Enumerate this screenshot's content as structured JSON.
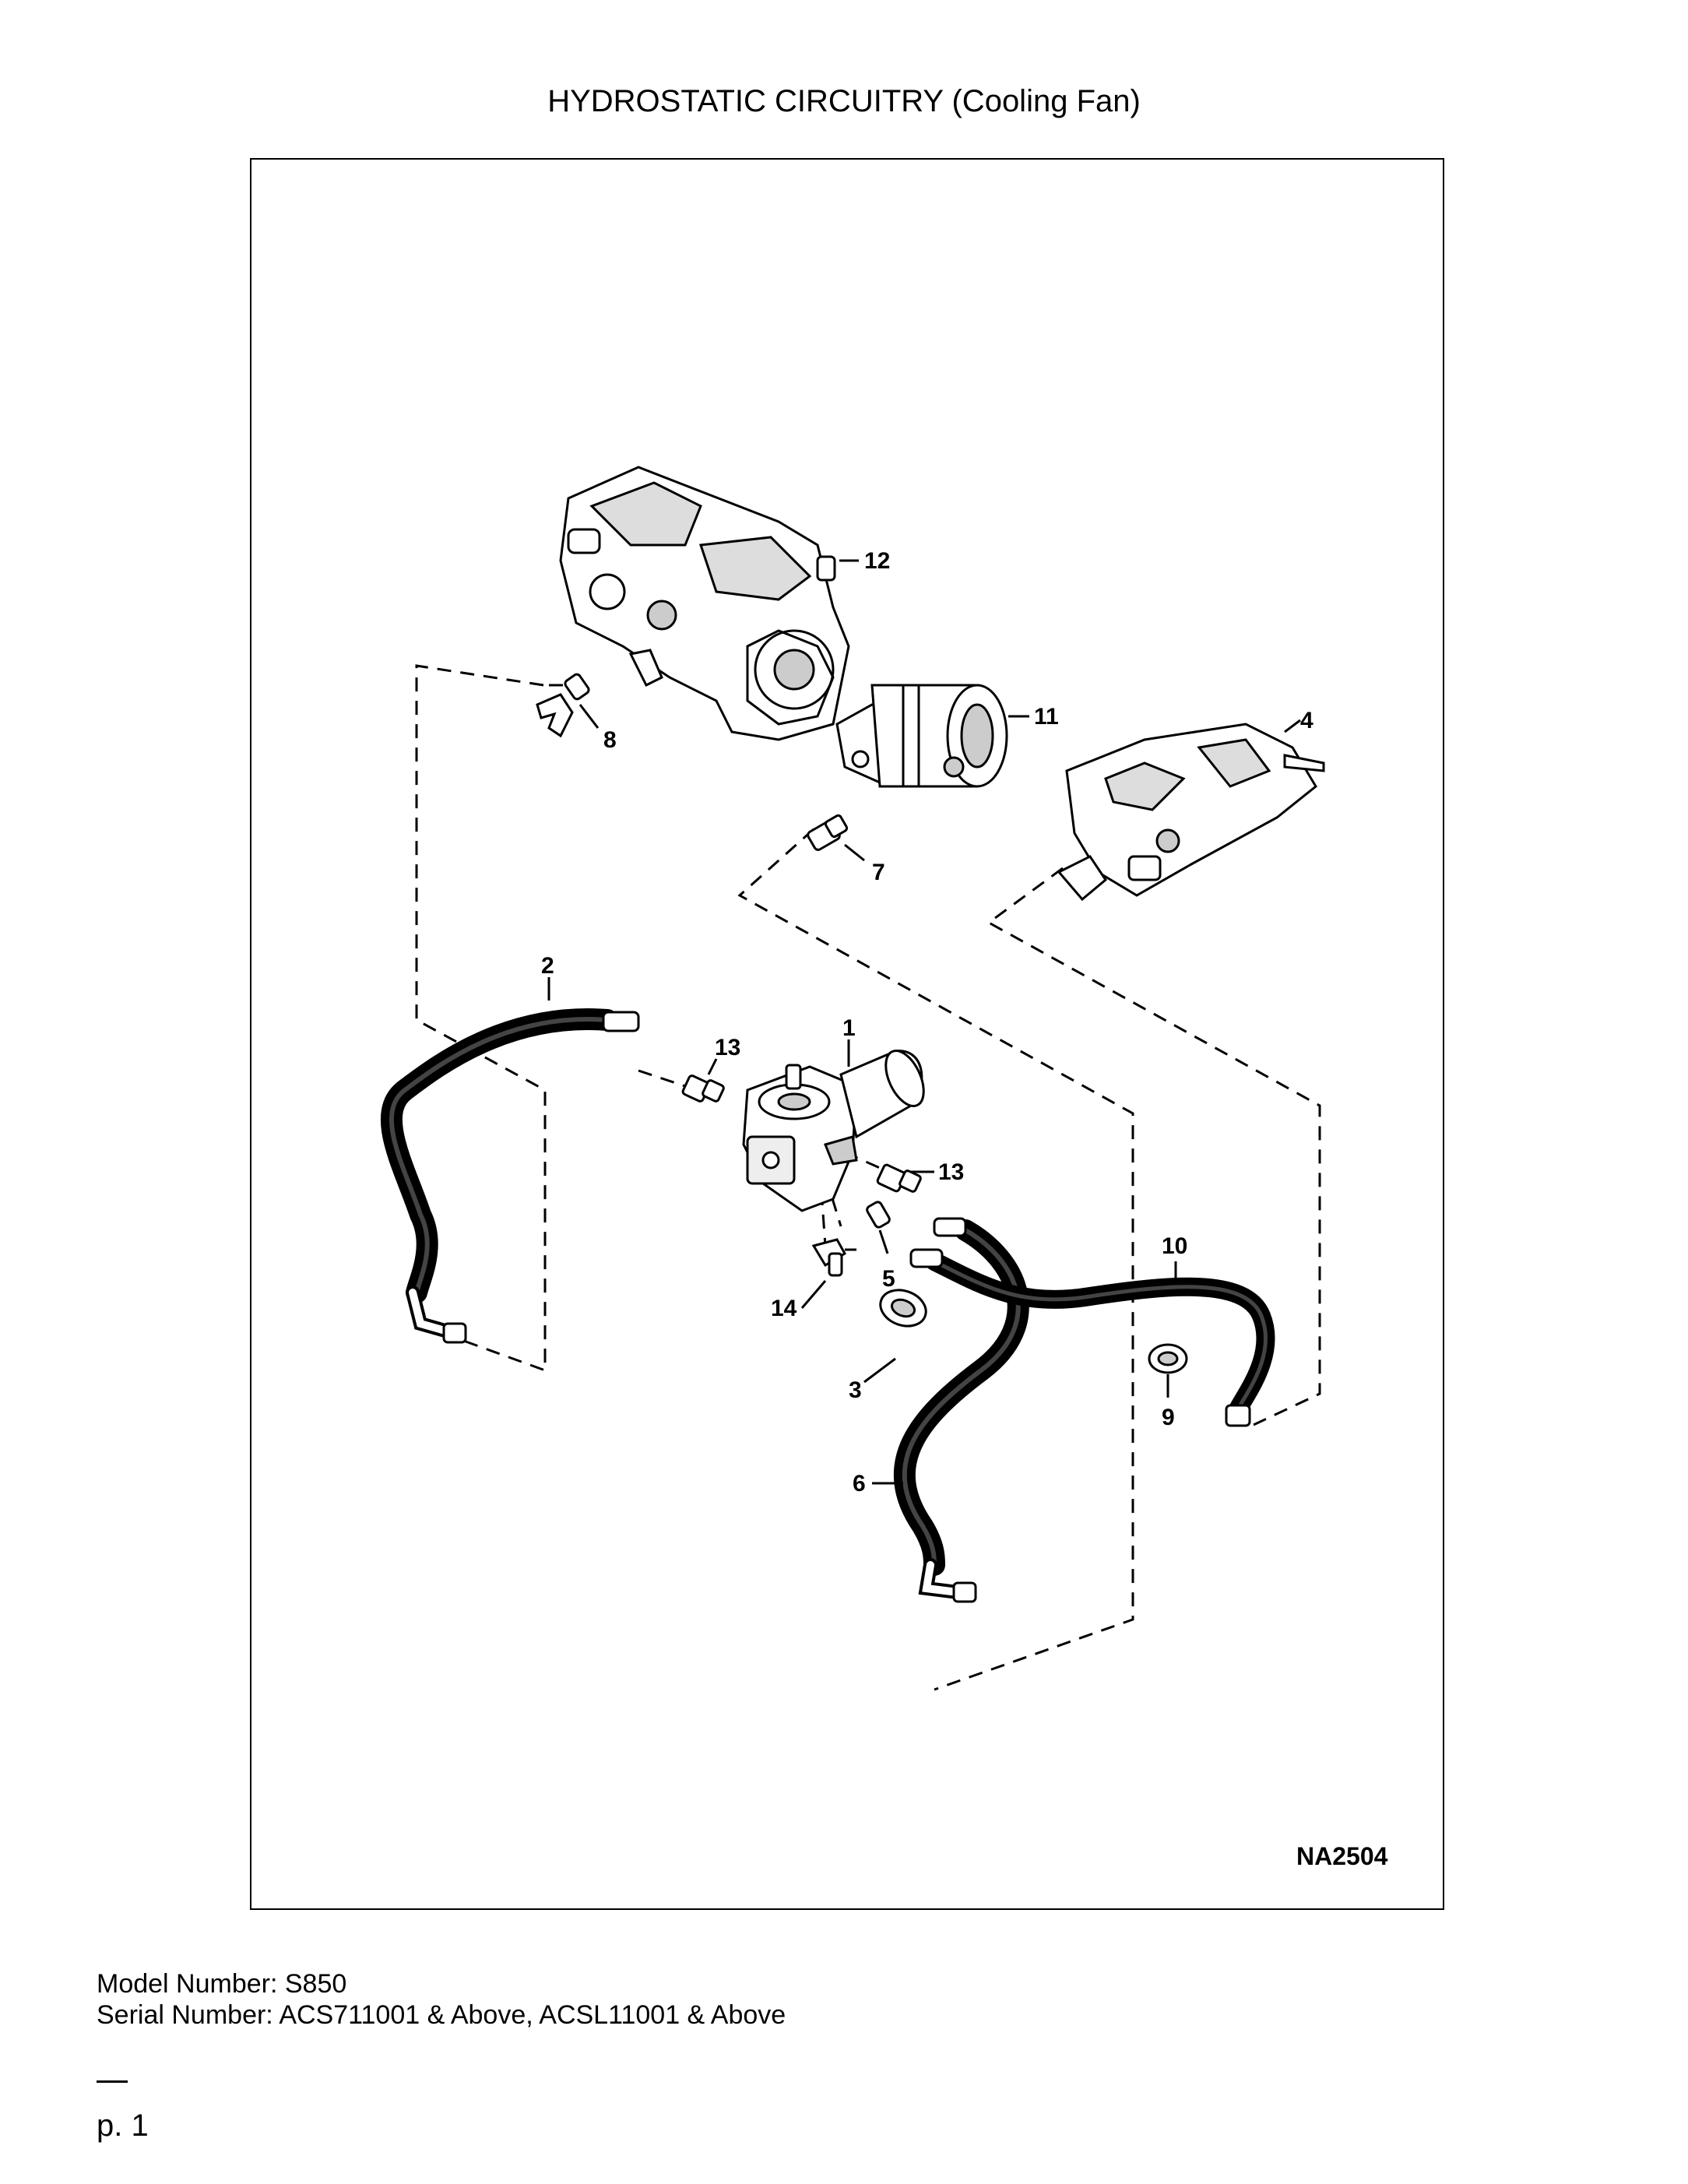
{
  "header": {
    "title": "HYDROSTATIC CIRCUITRY (Cooling Fan)"
  },
  "diagram": {
    "figure_id": "NA2504",
    "callouts": {
      "c1": "1",
      "c2": "2",
      "c3": "3",
      "c4": "4",
      "c5": "5",
      "c6": "6",
      "c7": "7",
      "c8": "8",
      "c9": "9",
      "c10": "10",
      "c11": "11",
      "c12": "12",
      "c13a": "13",
      "c13b": "13",
      "c14": "14"
    }
  },
  "footer": {
    "model": "Model Number: S850",
    "serial": "Serial Number: ACS711001 & Above, ACSL11001 & Above",
    "page": "p. 1"
  }
}
